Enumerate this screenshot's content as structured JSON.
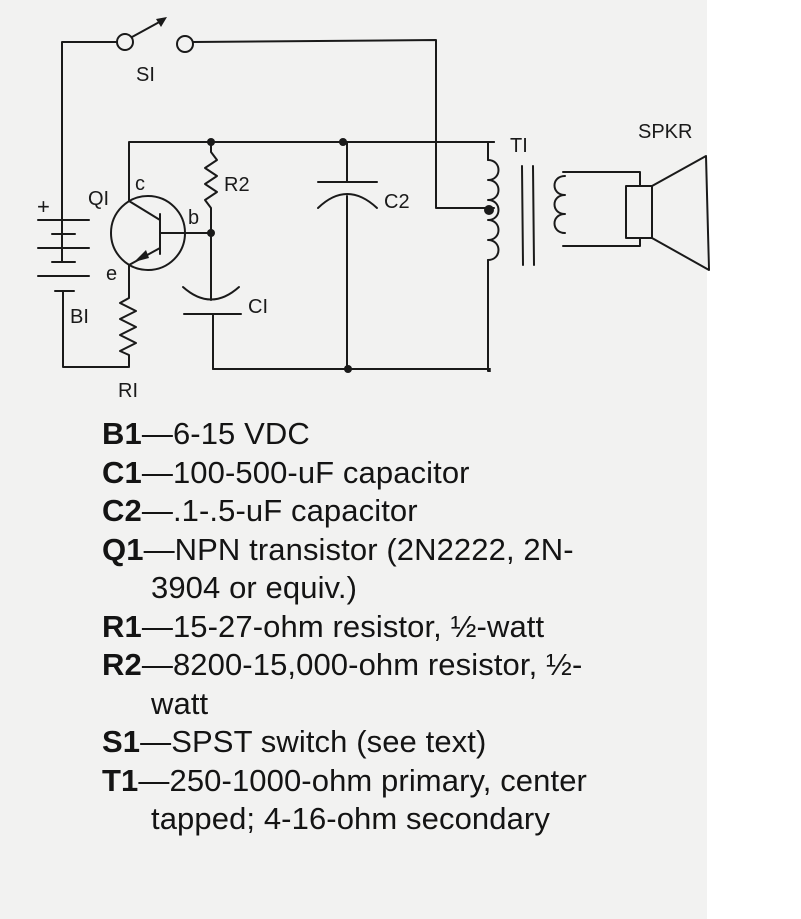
{
  "colors": {
    "ink": "#1a1a1a",
    "paper": "#f2f2f1"
  },
  "schematic": {
    "labels": {
      "switch": "SI",
      "transistor": "QI",
      "collector": "c",
      "base": "b",
      "emitter": "e",
      "battery": "BI",
      "battery_plus": "+",
      "r1": "RI",
      "r2": "R2",
      "c1": "CI",
      "c2": "C2",
      "transformer": "TI",
      "speaker": "SPKR"
    }
  },
  "parts_list": [
    {
      "ref": "B1",
      "dash": "—",
      "desc": "6-15 VDC",
      "cont": ""
    },
    {
      "ref": "C1",
      "dash": "—",
      "desc": "100-500-uF capacitor",
      "cont": ""
    },
    {
      "ref": "C2",
      "dash": "—",
      "desc": ".1-.5-uF capacitor",
      "cont": ""
    },
    {
      "ref": "Q1",
      "dash": "—",
      "desc": "NPN transistor (2N2222, 2N-",
      "cont": "3904 or equiv.)"
    },
    {
      "ref": "R1",
      "dash": "—",
      "desc": "15-27-ohm resistor, ½-watt",
      "cont": ""
    },
    {
      "ref": "R2",
      "dash": "—",
      "desc": "8200-15,000-ohm resistor, ½-",
      "cont": "watt"
    },
    {
      "ref": "S1",
      "dash": "—",
      "desc": "SPST switch (see text)",
      "cont": ""
    },
    {
      "ref": "T1",
      "dash": "—",
      "desc": "250-1000-ohm primary, center",
      "cont": "tapped; 4-16-ohm secondary"
    }
  ]
}
